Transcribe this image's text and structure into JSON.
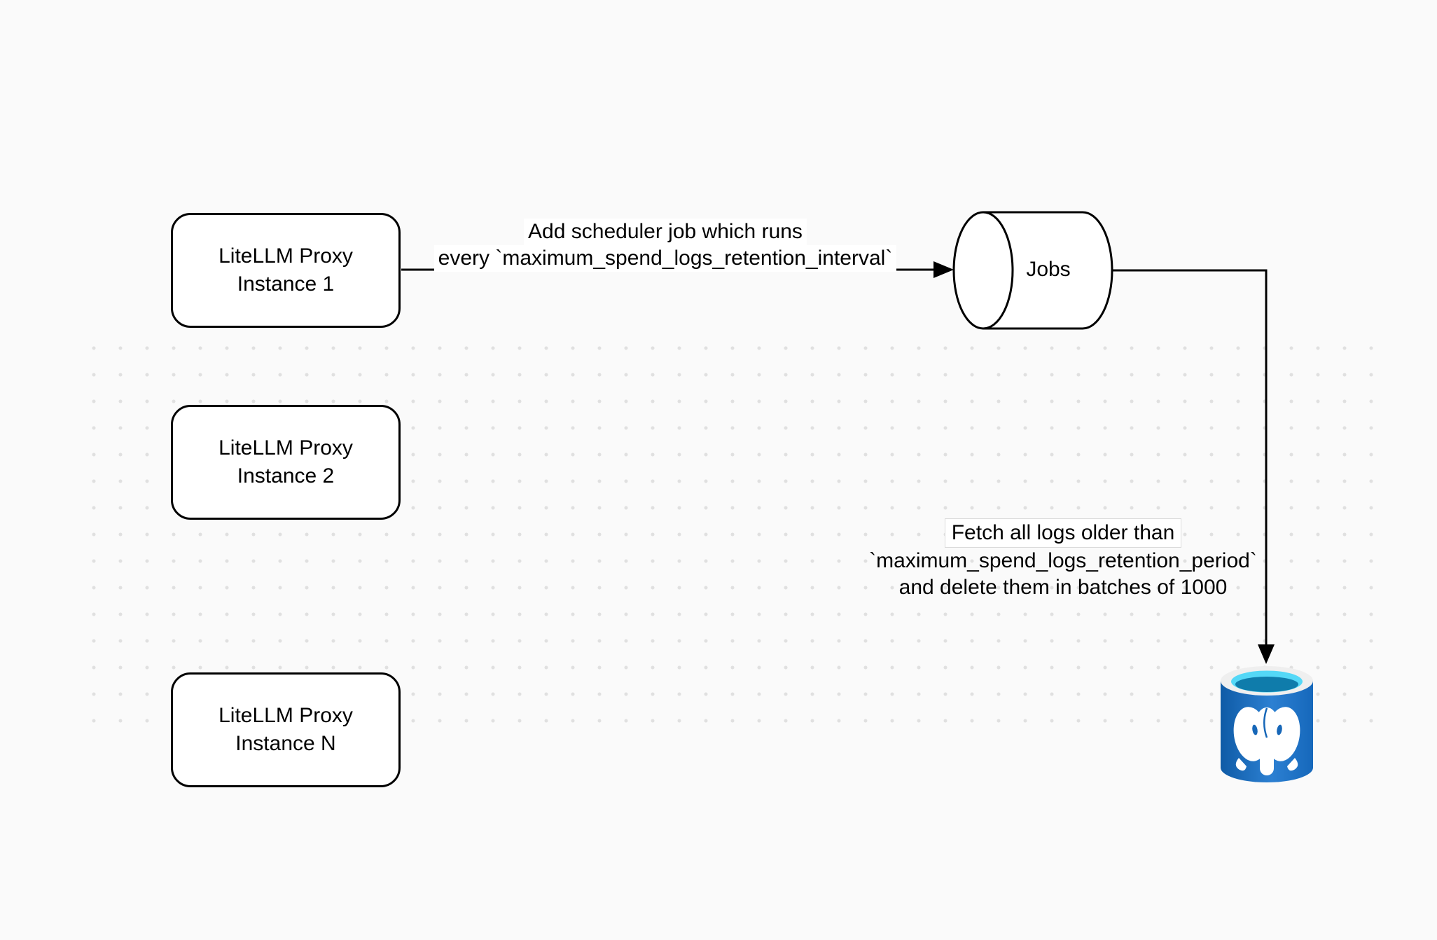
{
  "background": {
    "page_color": "#fafafa",
    "dot_color": "#e0e0e0"
  },
  "nodes": {
    "proxy_instances": [
      {
        "line1": "LiteLLM Proxy",
        "line2": "Instance 1"
      },
      {
        "line1": "LiteLLM Proxy",
        "line2": "Instance 2"
      },
      {
        "line1": "LiteLLM Proxy",
        "line2": "Instance N"
      }
    ],
    "jobs_queue": {
      "label": "Jobs"
    },
    "database": {
      "icon": "postgresql-icon"
    }
  },
  "edges": {
    "scheduler": {
      "line1": "Add scheduler job which runs",
      "line2": "every `maximum_spend_logs_retention_interval`"
    },
    "fetch": {
      "line1": "Fetch all logs older than",
      "line2": "`maximum_spend_logs_retention_period`",
      "line3": "and delete them in batches of 1000"
    }
  },
  "colors": {
    "stroke": "#000000",
    "node_fill": "#ffffff",
    "pg_body_dark": "#0f5ba6",
    "pg_body_light": "#2c80d2",
    "pg_rim": "#efefef",
    "pg_cyan": "#54d8f7",
    "pg_inner_pool": "#0f7cab",
    "pg_detail_blue": "#1767b8"
  }
}
